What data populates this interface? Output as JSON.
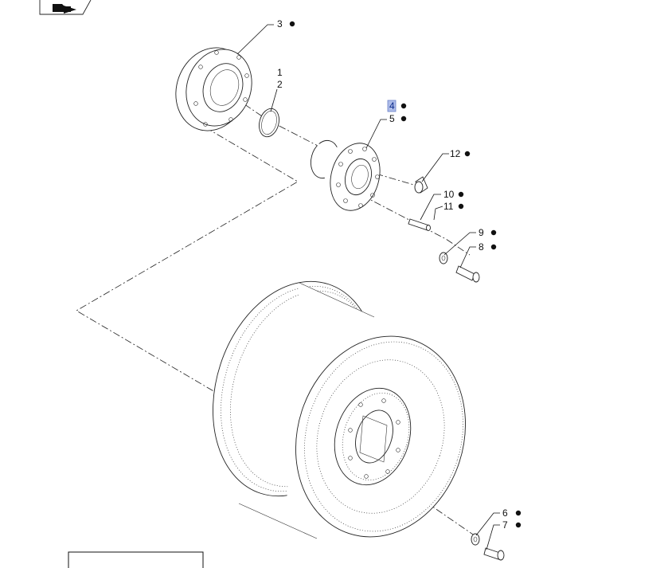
{
  "diagram": {
    "callouts": [
      {
        "id": "c3",
        "label": "3",
        "dot": true,
        "highlight": false
      },
      {
        "id": "c1",
        "label": "1",
        "dot": false,
        "highlight": false
      },
      {
        "id": "c2",
        "label": "2",
        "dot": false,
        "highlight": false
      },
      {
        "id": "c4",
        "label": "4",
        "dot": true,
        "highlight": true
      },
      {
        "id": "c5",
        "label": "5",
        "dot": true,
        "highlight": false
      },
      {
        "id": "c12",
        "label": "12",
        "dot": true,
        "highlight": false
      },
      {
        "id": "c10",
        "label": "10",
        "dot": true,
        "highlight": false
      },
      {
        "id": "c11",
        "label": "11",
        "dot": true,
        "highlight": false
      },
      {
        "id": "c9",
        "label": "9",
        "dot": true,
        "highlight": false
      },
      {
        "id": "c8",
        "label": "8",
        "dot": true,
        "highlight": false
      },
      {
        "id": "c6",
        "label": "6",
        "dot": true,
        "highlight": false
      },
      {
        "id": "c7",
        "label": "7",
        "dot": true,
        "highlight": false
      }
    ],
    "colors": {
      "highlight_fill": "#aebce8",
      "highlight_text": "#0b2a8a",
      "line": "#222222"
    },
    "icons": {
      "corner_tab": "folder-arrow-icon"
    }
  }
}
